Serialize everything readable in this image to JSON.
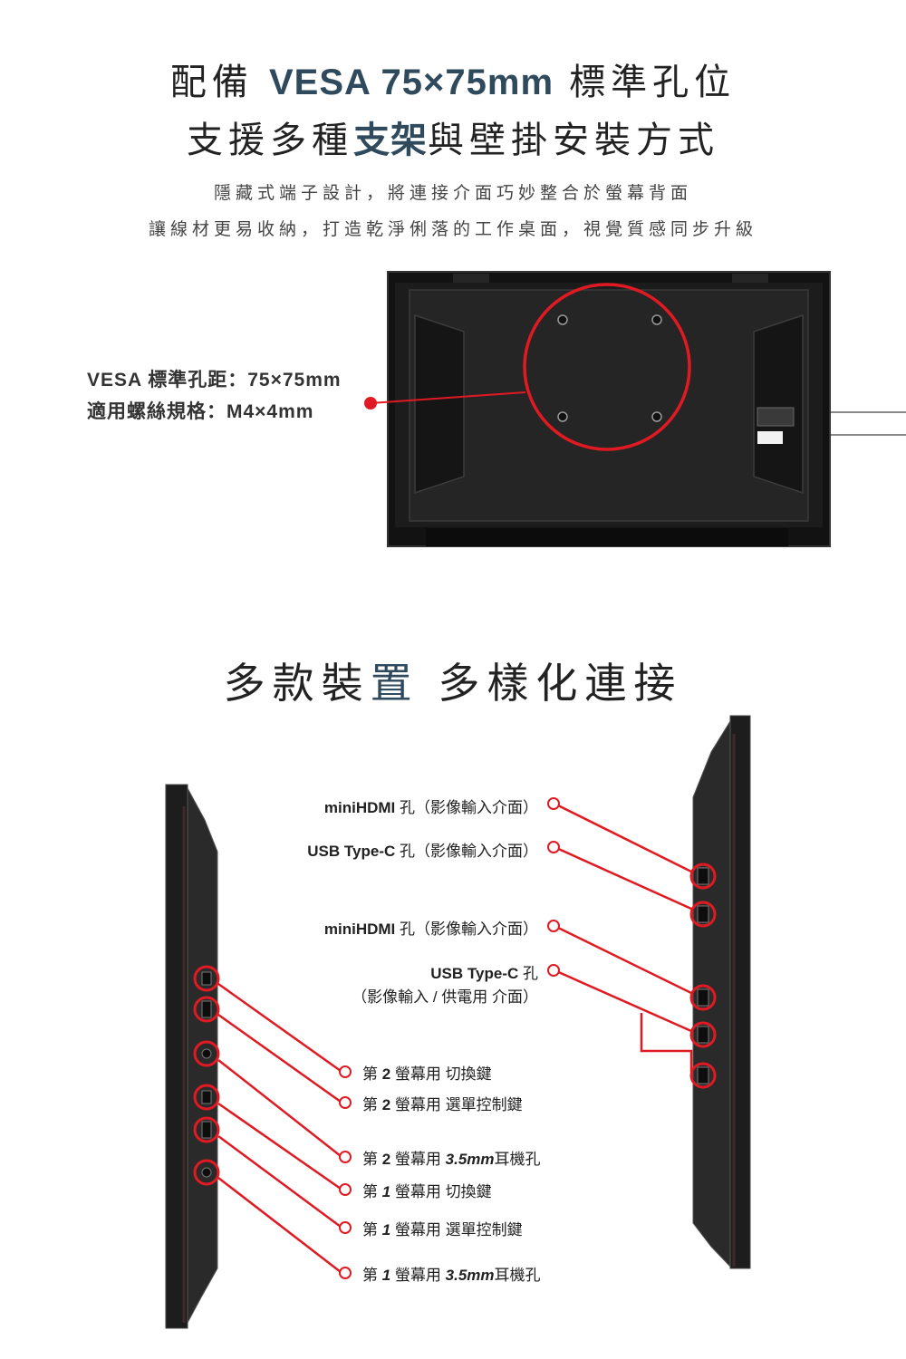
{
  "section1": {
    "title_line1_a": "配備 ",
    "title_line1_em": "VESA 75×75mm",
    "title_line1_b": " 標準孔位",
    "title_line2_a": "支援多種",
    "title_line2_em": "支架",
    "title_line2_b": "與壁掛安裝方式",
    "desc_line1": "隱藏式端子設計，將連接介面巧妙整合於螢幕背面",
    "desc_line2": "讓線材更易收納，打造乾淨俐落的工作桌面，視覺質感同步升級",
    "spec_line1": "VESA 標準孔距：75×75mm",
    "spec_line2": "適用螺絲規格：M4×4mm"
  },
  "section2": {
    "title_a": "多款裝",
    "title_em": "置",
    "title_b": " 多樣化連接",
    "right_labels": [
      {
        "bold": "miniHDMI",
        "text": " 孔（影像輸入介面）"
      },
      {
        "bold": "USB Type-C",
        "text": " 孔（影像輸入介面）"
      },
      {
        "bold": "miniHDMI",
        "text": " 孔（影像輸入介面）"
      },
      {
        "bold": "USB Type-C",
        "text": " 孔"
      }
    ],
    "right_label4_line2": "（影像輸入 / 供電用 介面）",
    "left_labels": [
      {
        "prefix": "第 ",
        "num": "2",
        "suffix": " 螢幕用 切換鍵"
      },
      {
        "prefix": "第 ",
        "num": "2",
        "suffix": " 螢幕用 選單控制鍵"
      },
      {
        "prefix": "第 ",
        "num": "2",
        "suffix": " 螢幕用 ",
        "bold": "3.5mm",
        "tail": "耳機孔"
      },
      {
        "prefix": "第 ",
        "num": "1",
        "suffix": " 螢幕用 切換鍵"
      },
      {
        "prefix": "第 ",
        "num": "1",
        "suffix": "  螢幕用 選單控制鍵"
      },
      {
        "prefix": "第 ",
        "num": "1",
        "suffix": "  螢幕用 ",
        "bold": "3.5mm",
        "tail": "耳機孔"
      }
    ]
  },
  "colors": {
    "accent_red": "#e01a22",
    "accent_blue": "#2e4a5c",
    "monitor_dark": "#1e1e1e"
  }
}
